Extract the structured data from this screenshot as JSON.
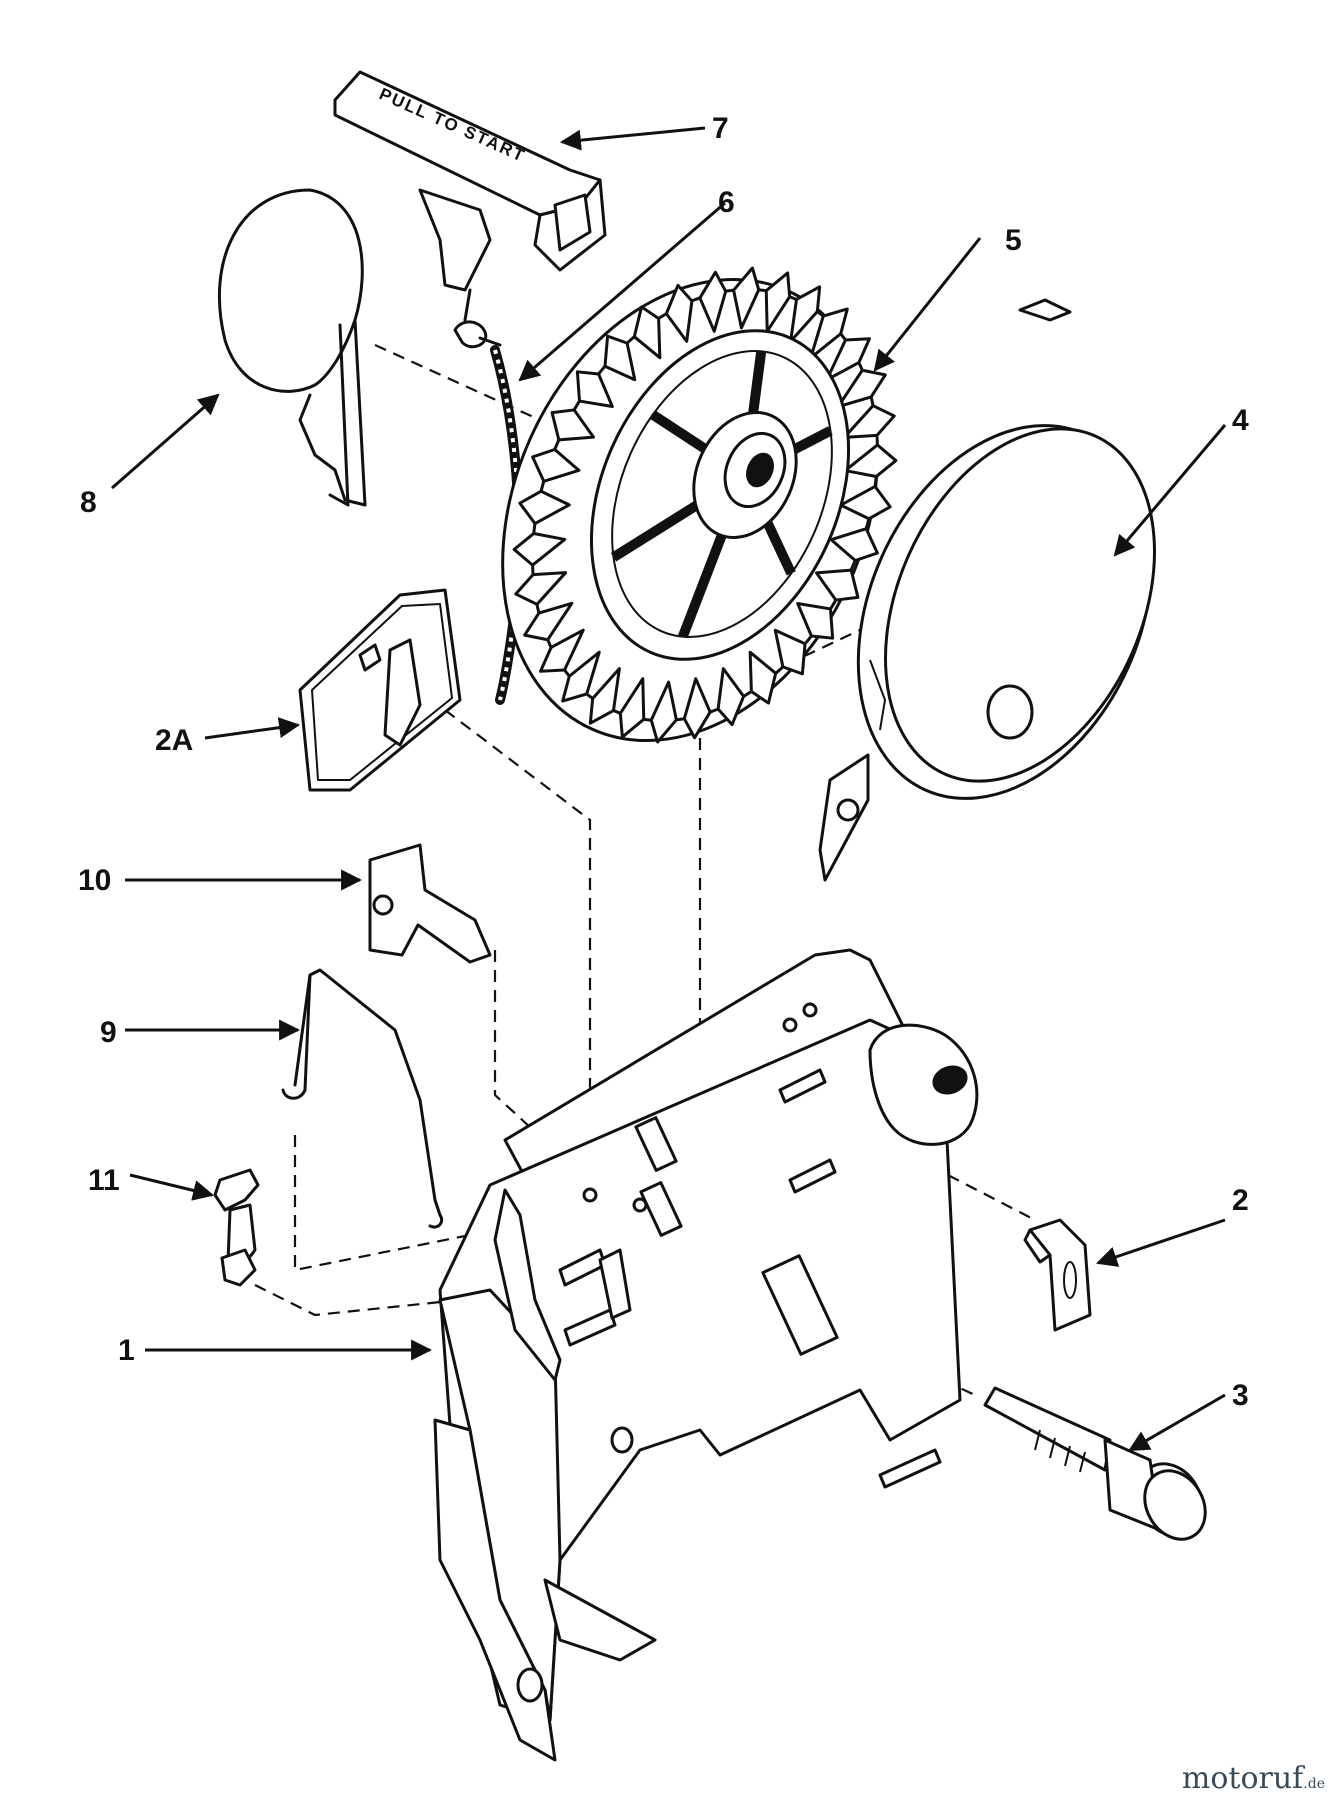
{
  "parts": [
    {
      "id": "1",
      "label": "1"
    },
    {
      "id": "2",
      "label": "2"
    },
    {
      "id": "2a",
      "label": "2A"
    },
    {
      "id": "3",
      "label": "3"
    },
    {
      "id": "4",
      "label": "4"
    },
    {
      "id": "5",
      "label": "5"
    },
    {
      "id": "6",
      "label": "6"
    },
    {
      "id": "7",
      "label": "7"
    },
    {
      "id": "8",
      "label": "8"
    },
    {
      "id": "9",
      "label": "9"
    },
    {
      "id": "10",
      "label": "10"
    },
    {
      "id": "11",
      "label": "11"
    }
  ],
  "handle_text": "PULL TO START",
  "watermark": {
    "name": "motoruf",
    "tld": ".de"
  }
}
